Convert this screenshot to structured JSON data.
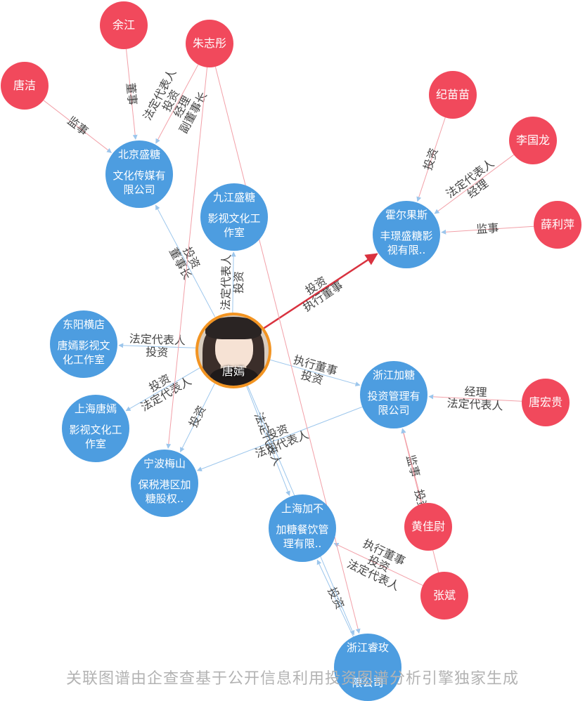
{
  "footer": "关联图谱由企查查基于公开信息利用投资图谱分析引擎独家生成",
  "center": {
    "id": "tangyan",
    "name": "唐嫣"
  },
  "people": [
    {
      "id": "yujiang",
      "name": "余江"
    },
    {
      "id": "zhuzhitong",
      "name": "朱志彤"
    },
    {
      "id": "tangjie",
      "name": "唐洁"
    },
    {
      "id": "jimiaomiao",
      "name": "纪苗苗"
    },
    {
      "id": "liguolong",
      "name": "李国龙"
    },
    {
      "id": "xueliping",
      "name": "薛利萍"
    },
    {
      "id": "tanghonggui",
      "name": "唐宏贵"
    },
    {
      "id": "huangjiawei",
      "name": "黄佳尉"
    },
    {
      "id": "zhangbin",
      "name": "张斌"
    }
  ],
  "companies": [
    {
      "id": "beijing",
      "lines": [
        "北京盛糖",
        "文化传媒有",
        "限公司"
      ]
    },
    {
      "id": "jiujiang",
      "lines": [
        "九江盛糖",
        "影视文化工",
        "作室"
      ]
    },
    {
      "id": "huoerguosi",
      "lines": [
        "霍尔果斯",
        "丰璟盛糖影",
        "视有限.."
      ]
    },
    {
      "id": "dongyang",
      "lines": [
        "东阳横店",
        "唐嫣影视文",
        "化工作室"
      ]
    },
    {
      "id": "zhejiangjiatang",
      "lines": [
        "浙江加糖",
        "投资管理有",
        "限公司"
      ]
    },
    {
      "id": "shanghaitangyan",
      "lines": [
        "上海唐嫣",
        "影视文化工",
        "作室"
      ]
    },
    {
      "id": "ningbo",
      "lines": [
        "宁波梅山",
        "保税港区加",
        "糖股权.."
      ]
    },
    {
      "id": "shanghaijiabu",
      "lines": [
        "上海加不",
        "加糖餐饮管",
        "理有限.."
      ]
    },
    {
      "id": "zhejiangruimei",
      "lines": [
        "浙江睿玫",
        "",
        "限公司"
      ]
    }
  ],
  "edges": [
    {
      "from": "yujiang",
      "to": "beijing",
      "labels": [
        "董事"
      ]
    },
    {
      "from": "zhuzhitong",
      "to": "beijing",
      "labels": [
        "副董事长",
        "经理",
        "投资",
        "法定代表人"
      ]
    },
    {
      "from": "tangjie",
      "to": "beijing",
      "labels": [
        "监事"
      ]
    },
    {
      "from": "tangyan",
      "to": "beijing",
      "labels": [
        "董事长",
        "投资"
      ]
    },
    {
      "from": "tangyan",
      "to": "jiujiang",
      "labels": [
        "法定代表人",
        "投资"
      ]
    },
    {
      "from": "tangyan",
      "to": "huoerguosi",
      "labels": [
        "投资",
        "执行董事"
      ],
      "highlight": true
    },
    {
      "from": "jimiaomiao",
      "to": "huoerguosi",
      "labels": [
        "投资"
      ]
    },
    {
      "from": "liguolong",
      "to": "huoerguosi",
      "labels": [
        "经理",
        "法定代表人"
      ]
    },
    {
      "from": "xueliping",
      "to": "huoerguosi",
      "labels": [
        "监事"
      ]
    },
    {
      "from": "tangyan",
      "to": "dongyang",
      "labels": [
        "投资",
        "法定代表人"
      ]
    },
    {
      "from": "tangyan",
      "to": "zhejiangjiatang",
      "labels": [
        "执行董事",
        "投资"
      ]
    },
    {
      "from": "tanghonggui",
      "to": "zhejiangjiatang",
      "labels": [
        "法定代表人",
        "经理"
      ]
    },
    {
      "from": "huangjiawei",
      "to": "zhejiangjiatang",
      "labels": [
        "监事"
      ]
    },
    {
      "from": "tangyan",
      "to": "shanghaitangyan",
      "labels": [
        "法定代表人",
        "投资"
      ]
    },
    {
      "from": "tangyan",
      "to": "ningbo",
      "labels": [
        "投资"
      ]
    },
    {
      "from": "zhejiangjiatang",
      "to": "ningbo",
      "labels": [
        "法定代表人",
        "投资"
      ]
    },
    {
      "from": "tangyan",
      "to": "shanghaijiabu",
      "labels": [
        "法定代表人"
      ]
    },
    {
      "from": "zhangbin",
      "to": "shanghaijiabu",
      "labels": [
        "法定代表人",
        "投资",
        "执行董事"
      ]
    },
    {
      "from": "zhejiangruimei",
      "to": "shanghaijiabu",
      "labels": [
        "投资"
      ]
    },
    {
      "from": "zhangbin",
      "to": "zhejiangjiatang",
      "labels": [
        "投资"
      ]
    },
    {
      "from": "zhuzhitong",
      "to": "ningbo",
      "labels": []
    },
    {
      "from": "zhuzhitong",
      "to": "zhejiangruimei",
      "labels": []
    },
    {
      "from": "tangyan",
      "to": "zhejiangruimei",
      "labels": []
    }
  ]
}
